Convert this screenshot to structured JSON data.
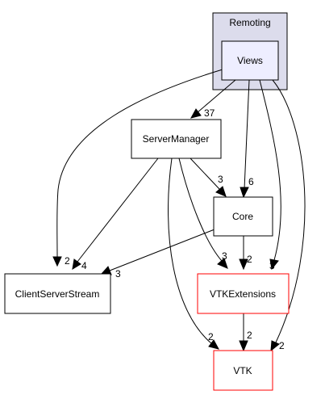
{
  "cluster": {
    "label": "Remoting",
    "fill": "#dcdcec",
    "stroke": "#000000"
  },
  "nodes": {
    "views": {
      "label": "Views",
      "fill": "#eeeeff",
      "stroke": "#000000"
    },
    "servermanager": {
      "label": "ServerManager",
      "fill": "#ffffff",
      "stroke": "#000000"
    },
    "core": {
      "label": "Core",
      "fill": "#ffffff",
      "stroke": "#000000"
    },
    "clientserverstream": {
      "label": "ClientServerStream",
      "fill": "#ffffff",
      "stroke": "#000000"
    },
    "vtkextensions": {
      "label": "VTKExtensions",
      "fill": "#ffffff",
      "stroke": "#ff0000"
    },
    "vtk": {
      "label": "VTK",
      "fill": "#ffffff",
      "stroke": "#ff0000"
    }
  },
  "edges": {
    "views_servermanager": "37",
    "views_core": "6",
    "views_clientserverstream": "2",
    "views_vtkextensions": "3",
    "views_vtk": "2",
    "servermanager_core": "3",
    "servermanager_clientserverstream": "4",
    "servermanager_vtkextensions": "3",
    "servermanager_vtk": "2",
    "core_clientserverstream": "3",
    "core_vtkextensions": "2",
    "vtkextensions_vtk": "2"
  }
}
